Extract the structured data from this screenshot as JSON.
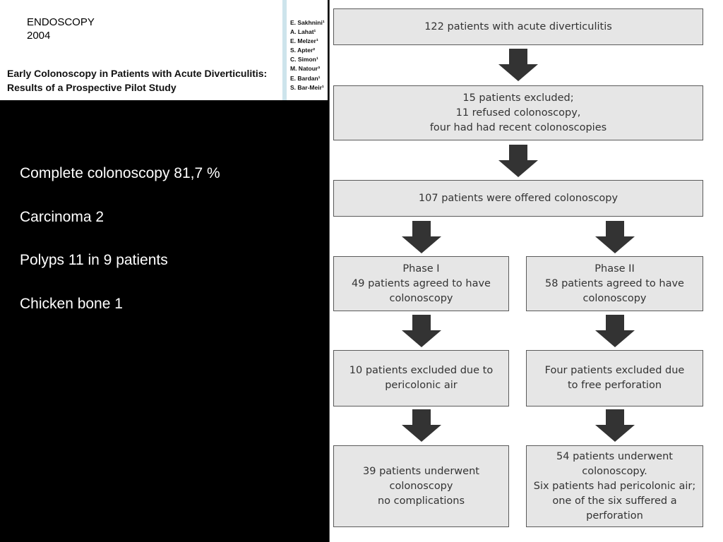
{
  "header": {
    "journal": "ENDOSCOPY",
    "year": "2004",
    "title_line1": "Early Colonoscopy in Patients with Acute Diverticulitis:",
    "title_line2": "Results of a Prospective Pilot Study",
    "authors": [
      "E. Sakhnini¹",
      "A. Lahat¹",
      "E. Melzer¹",
      "S. Apter²",
      "C. Simon¹",
      "M. Natour³",
      "E. Bardan¹",
      "S. Bar-Meir¹"
    ]
  },
  "findings": [
    "Complete colonoscopy 81,7 %",
    "Carcinoma 2",
    "Polyps 11 in 9 patients",
    "Chicken bone 1"
  ],
  "flowchart": {
    "start": "122 patients with acute diverticulitis",
    "excluded": "15 patients excluded;\n11 refused colonoscopy,\nfour had had recent colonoscopies",
    "offered": "107 patients were offered colonoscopy",
    "phase1": "Phase I\n49 patients agreed to have\ncolonoscopy",
    "phase2": "Phase II\n58 patients agreed to have\ncolonoscopy",
    "phase1_excluded": "10 patients excluded due to\npericolonic air",
    "phase2_excluded": "Four patients excluded due\nto free perforation",
    "phase1_result": "39 patients underwent\ncolonoscopy\nno complications",
    "phase2_result": "54 patients underwent\ncolonoscopy.\nSix patients had pericolonic air;\none of the six suffered a\nperforation"
  },
  "colors": {
    "background": "#000000",
    "box_fill": "#e6e6e6",
    "arrow": "#333333"
  }
}
